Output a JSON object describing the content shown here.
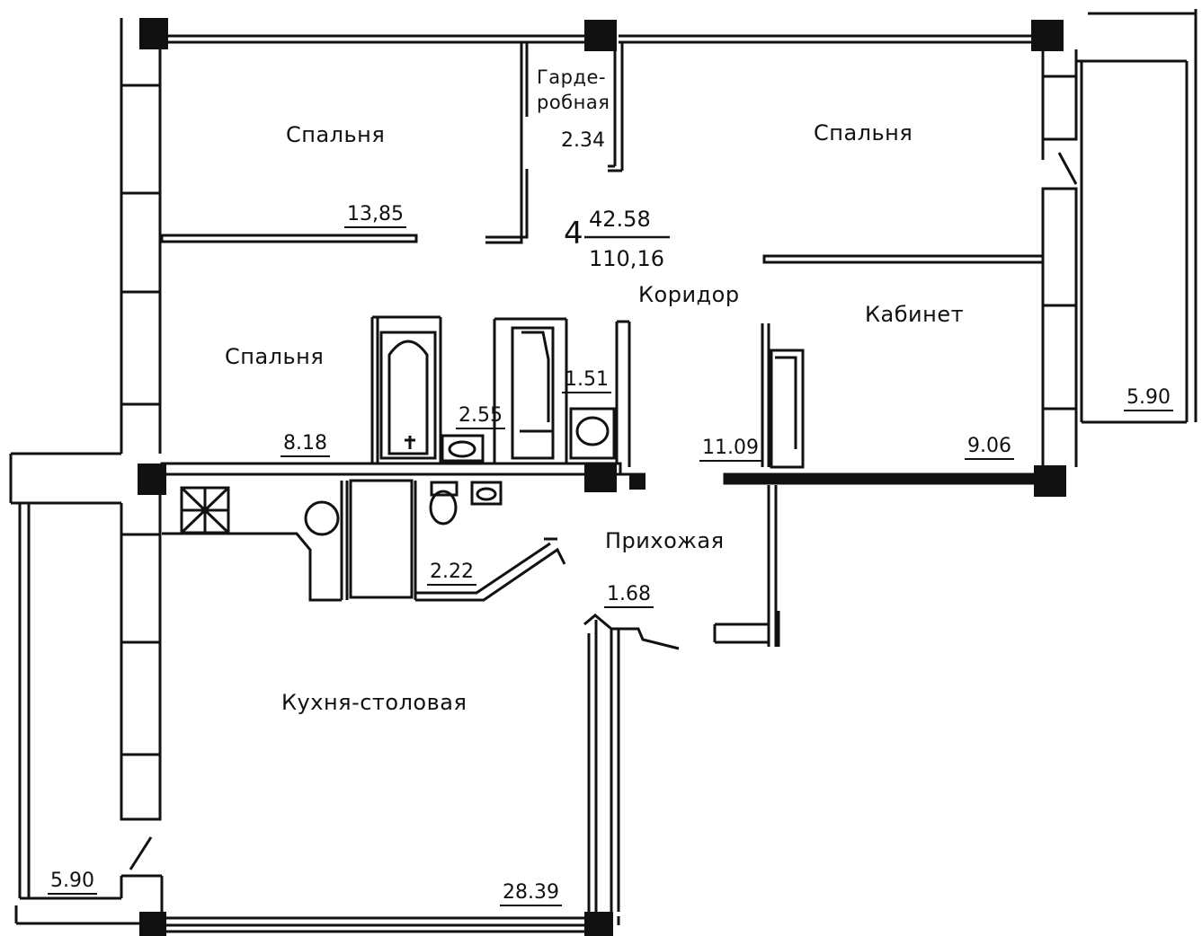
{
  "plan": {
    "apartment": {
      "rooms": "4",
      "living_area": "42.58",
      "total_area": "110,16"
    },
    "rooms": [
      {
        "key": "bedroom_top_left",
        "name": "Спальня",
        "area": "13,85"
      },
      {
        "key": "wardrobe",
        "name_line1": "Гарде-",
        "name_line2": "робная",
        "area": "2.34"
      },
      {
        "key": "bedroom_top_right",
        "name": "Спальня",
        "area": "11.09"
      },
      {
        "key": "bedroom_mid_left",
        "name": "Спальня",
        "area": "8.18"
      },
      {
        "key": "bathroom",
        "area": "2.55"
      },
      {
        "key": "toilet",
        "area": "1.51"
      },
      {
        "key": "corridor",
        "name": "Коридор"
      },
      {
        "key": "study",
        "name": "Кабинет",
        "area": "9.06"
      },
      {
        "key": "hall",
        "name": "Прихожая",
        "area": "1.68"
      },
      {
        "key": "bath2",
        "area": "2.22"
      },
      {
        "key": "kitchen",
        "name": "Кухня-столовая",
        "area": "28.39"
      }
    ],
    "loggias": [
      {
        "key": "loggia_right",
        "area": "5.90"
      },
      {
        "key": "loggia_left",
        "area": "5.90"
      }
    ]
  },
  "colors": {
    "ink": "#111111",
    "paper": "#ffffff"
  }
}
